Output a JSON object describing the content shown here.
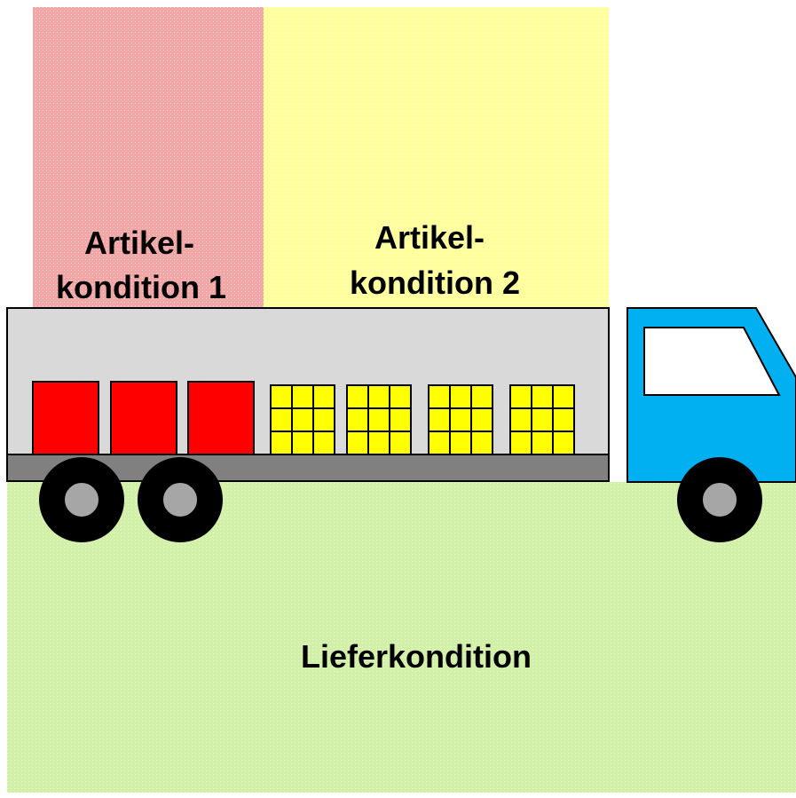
{
  "regions": {
    "article_condition_1": {
      "line1": "Artikel-",
      "line2": "kondition 1",
      "color": "#f2a7a7"
    },
    "article_condition_2": {
      "line1": "Artikel-",
      "line2": "kondition 2",
      "color": "#ffff9e"
    },
    "delivery_condition": {
      "label": "Lieferkondition",
      "color": "#d2f0a8"
    }
  },
  "truck": {
    "cargo_color": "#d9d9d9",
    "chassis_color": "#808080",
    "cab_color": "#00b0f0",
    "wheel_color": "#000000",
    "hub_color": "#a6a6a6",
    "red_box_color": "#ff0000",
    "yellow_crate_color": "#ffff00"
  },
  "cargo": {
    "red_boxes": 3,
    "yellow_crates": 4
  }
}
